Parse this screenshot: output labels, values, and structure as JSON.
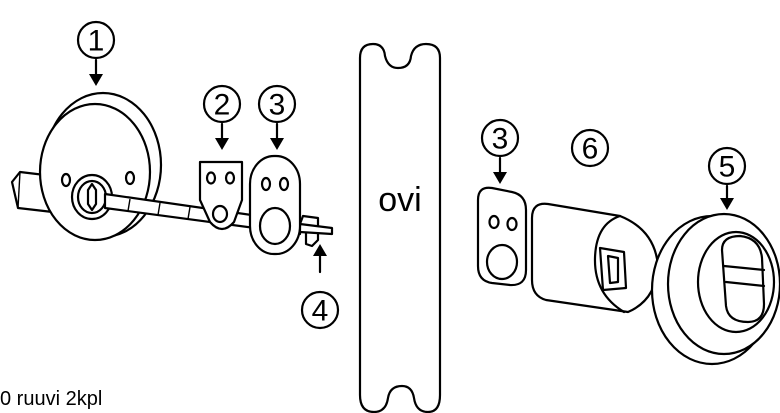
{
  "diagram": {
    "door_label": "ovi",
    "caption": "0 ruuvi 2kpl",
    "callouts": [
      {
        "id": "callout-1",
        "text": "1"
      },
      {
        "id": "callout-2",
        "text": "2"
      },
      {
        "id": "callout-3-left",
        "text": "3"
      },
      {
        "id": "callout-4",
        "text": "4"
      },
      {
        "id": "callout-3-right",
        "text": "3"
      },
      {
        "id": "callout-6",
        "text": "6"
      },
      {
        "id": "callout-5",
        "text": "5"
      }
    ]
  }
}
